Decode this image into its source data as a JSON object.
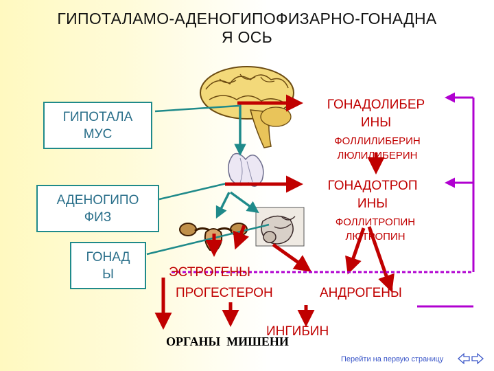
{
  "title": "ГИПОТАЛАМО-АДЕНОГИПОФИЗАРНО-ГОНАДНА\nЯ ОСЬ",
  "boxes": {
    "hypothalamus": "ГИПОТАЛА\nМУС",
    "adenohypophysis": "АДЕНОГИПО\nФИЗ",
    "gonads": "ГОНАД\nЫ"
  },
  "hormones": {
    "gonadoliberins": "ГОНАДОЛИБЕР\nИНЫ",
    "liberins_sub": "ФОЛЛИЛИБЕРИН\nЛЮЛИЛИБЕРИН",
    "gonadotropins": "ГОНАДОТРОП\nИНЫ",
    "tropins_sub": "ФОЛЛИТРОПИН\nЛЮТРОПИН",
    "estrogens": "ЭСТРОГЕНЫ",
    "progesterone": "ПРОГЕСТЕРОН",
    "androgens": "АНДРОГЕНЫ",
    "inhibin": "ИНГИБИН"
  },
  "target_organs": "ОРГАНЫ  МИШЕНИ",
  "nav": {
    "first_page_link": "Перейти на первую страницу",
    "back_icon": "arrow-left-icon",
    "forward_icon": "arrow-right-icon"
  },
  "colors": {
    "red_arrow": "#c00000",
    "teal": "#1f8a8a",
    "feedback": "#b000d0"
  }
}
